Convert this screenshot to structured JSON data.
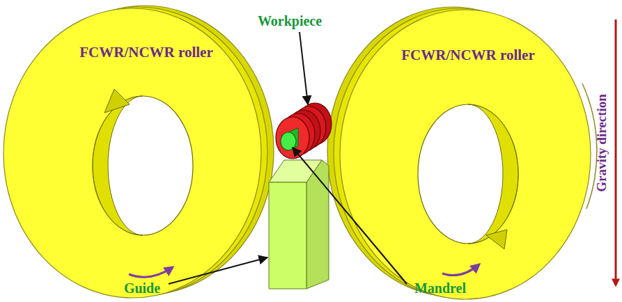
{
  "diagram": {
    "labels": [
      "FCWR/NCWR roller",
      "FCWR/NCWR roller",
      "Workpiece",
      "Guide",
      "Mandrel",
      "Gravity direction"
    ]
  }
}
